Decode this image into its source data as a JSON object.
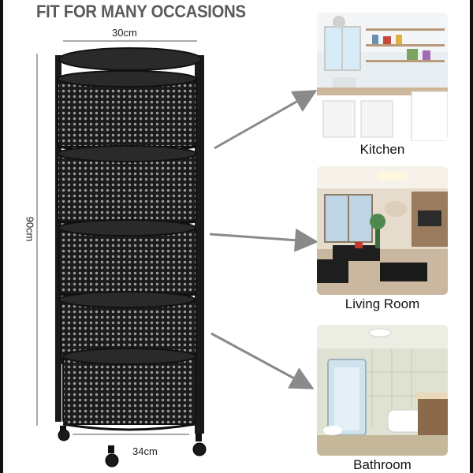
{
  "title": "FIT FOR MANY OCCASIONS",
  "dimensions": {
    "top_width": "30cm",
    "height": "90cm",
    "bottom_width": "34cm"
  },
  "occasions": [
    {
      "label": "Kitchen",
      "icon": "kitchen-photo"
    },
    {
      "label": "Living Room",
      "icon": "living-room-photo"
    },
    {
      "label": "Bathroom",
      "icon": "bathroom-photo"
    }
  ],
  "colors": {
    "product": "#1f1f1f",
    "arrow": "#8a8a8a",
    "title": "#5a5a5a"
  }
}
